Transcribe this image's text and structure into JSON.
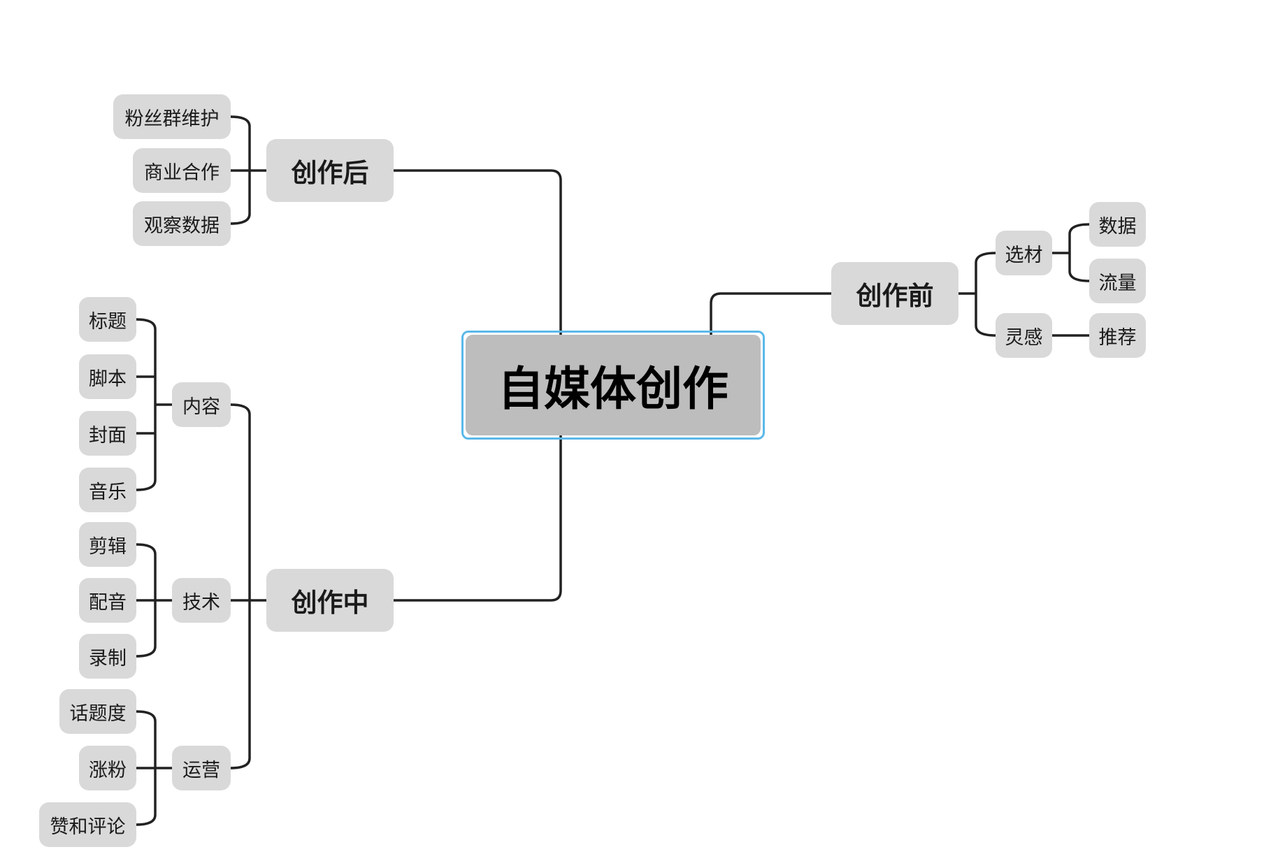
{
  "root": {
    "label": "自媒体创作"
  },
  "branches": {
    "before": {
      "label": "创作前",
      "children": [
        {
          "label": "选材",
          "children": [
            {
              "label": "数据"
            },
            {
              "label": "流量"
            }
          ]
        },
        {
          "label": "灵感",
          "children": [
            {
              "label": "推荐"
            }
          ]
        }
      ]
    },
    "after": {
      "label": "创作后",
      "children": [
        {
          "label": "粉丝群维护"
        },
        {
          "label": "商业合作"
        },
        {
          "label": "观察数据"
        }
      ]
    },
    "during": {
      "label": "创作中",
      "children": [
        {
          "label": "内容",
          "children": [
            {
              "label": "标题"
            },
            {
              "label": "脚本"
            },
            {
              "label": "封面"
            },
            {
              "label": "音乐"
            }
          ]
        },
        {
          "label": "技术",
          "children": [
            {
              "label": "剪辑"
            },
            {
              "label": "配音"
            },
            {
              "label": "录制"
            }
          ]
        },
        {
          "label": "运营",
          "children": [
            {
              "label": "话题度"
            },
            {
              "label": "涨粉"
            },
            {
              "label": "赞和评论"
            }
          ]
        }
      ]
    }
  },
  "colors": {
    "node_fill": "#d9d9d9",
    "root_fill": "#bdbdbd",
    "selection_border": "#5bb8ea",
    "connector": "#222222",
    "text": "#1a1a1a"
  }
}
